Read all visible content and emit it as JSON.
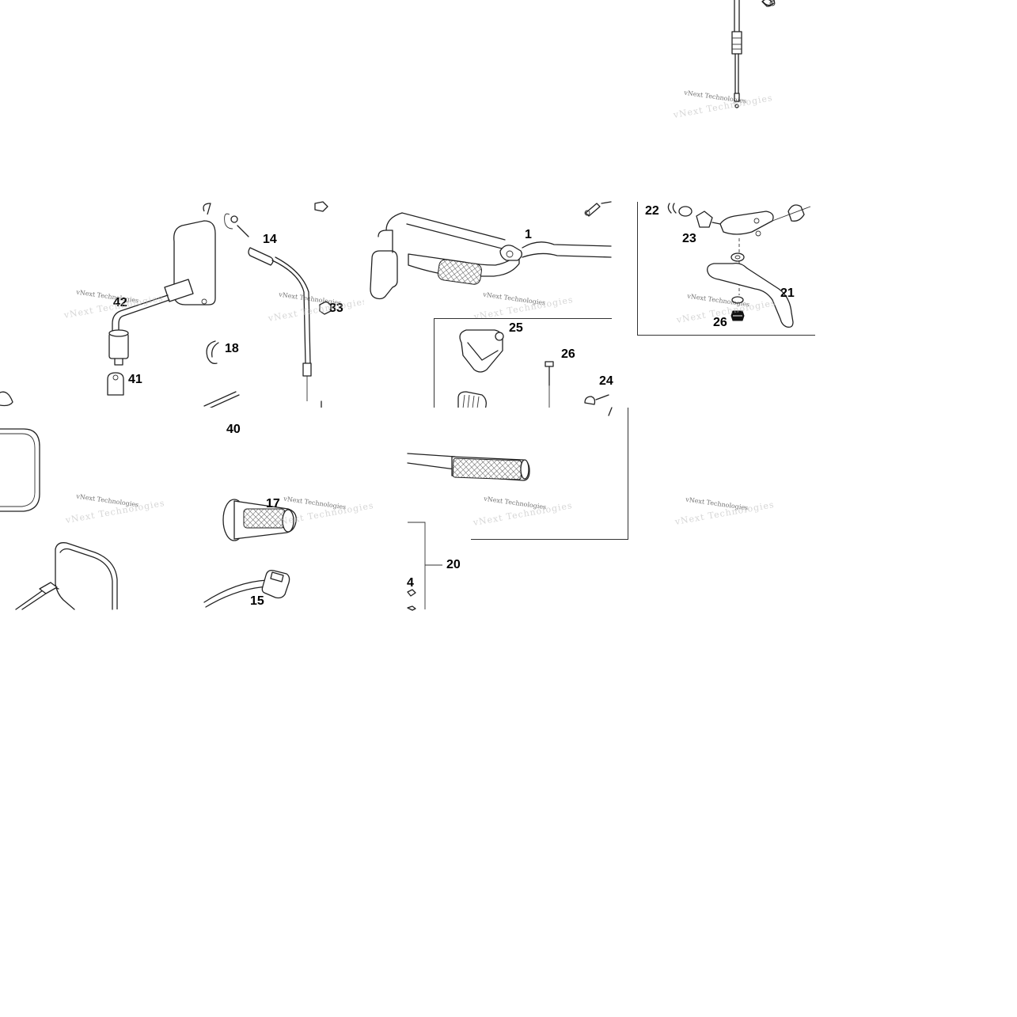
{
  "diagram": {
    "watermark": "vNext Technologies",
    "callouts": {
      "c1": "1",
      "c14": "14",
      "c15": "15",
      "c17": "17",
      "c18": "18",
      "c20": "20",
      "c21": "21",
      "c22": "22",
      "c23": "23",
      "c24a": "24",
      "c24b": "4",
      "c25": "25",
      "c26a": "26",
      "c26b": "26",
      "c33": "33",
      "c40": "40",
      "c41": "41",
      "c42": "42"
    }
  }
}
